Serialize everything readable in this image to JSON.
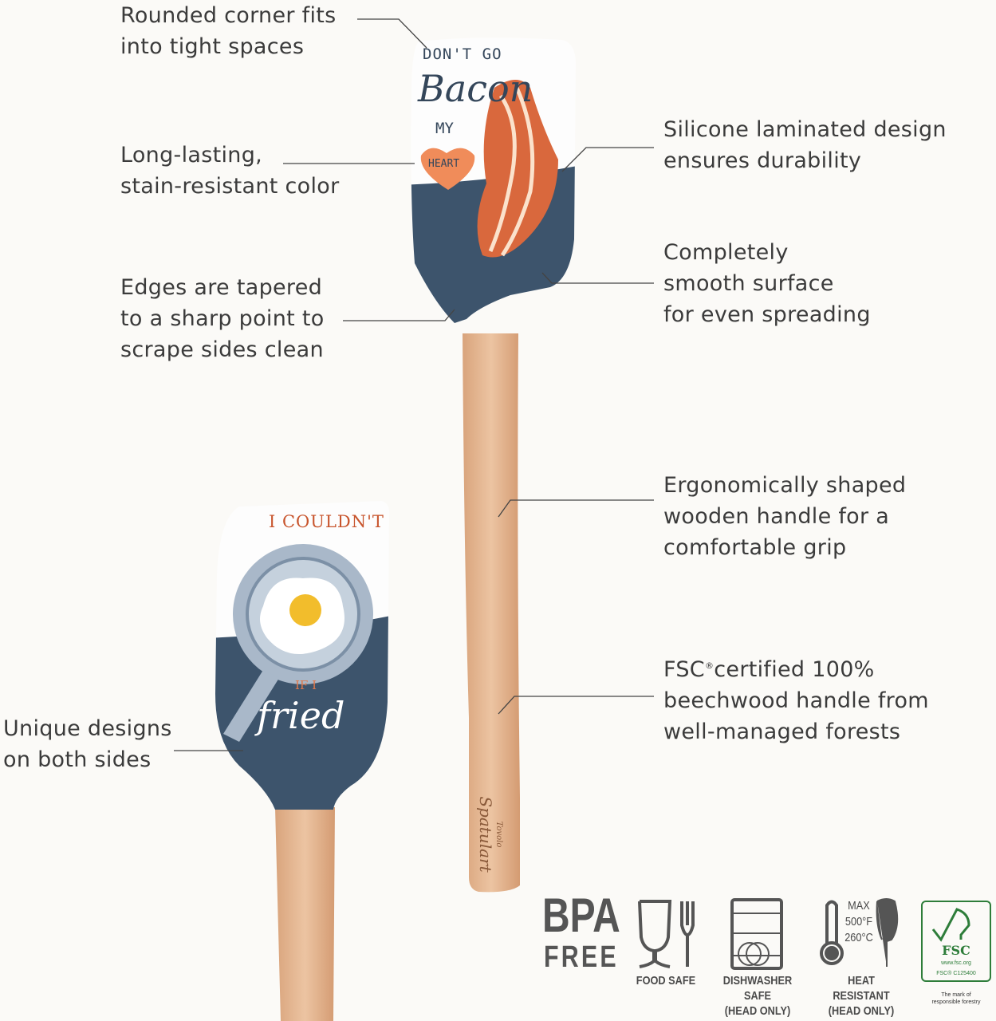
{
  "callouts": {
    "rounded_corner": "Rounded corner fits\ninto tight spaces",
    "long_lasting": "Long-lasting,\nstain-resistant color",
    "edges": "Edges are tapered\nto a sharp point to\nscrape sides clean",
    "unique": "Unique designs\non both sides",
    "silicone": "Silicone laminated design\nensures durability",
    "smooth": "Completely\nsmooth surface\nfor even spreading",
    "ergonomic": "Ergonomically shaped\nwooden handle for a\ncomfortable grip",
    "fsc_prefix": "FSC",
    "fsc_reg": "®",
    "fsc_rest": "certified 100%\nbeechwood handle from\nwell-managed forests"
  },
  "spatula_front": {
    "line1": "DON'T GO",
    "line2": "Bacon",
    "line3": "MY",
    "line4": "HEART"
  },
  "spatula_back": {
    "line1": "I COULDN'T",
    "line2": "IF I",
    "line3": "fried"
  },
  "handle_logo": {
    "brand": "Tovolo",
    "product": "Spatulart"
  },
  "badges": {
    "bpa_line1": "BPA",
    "bpa_line2": "FREE",
    "food_safe": "FOOD SAFE",
    "dishwasher_line1": "DISHWASHER SAFE",
    "dishwasher_line2": "(HEAD ONLY)",
    "heat_line1": "HEAT RESISTANT",
    "heat_line2": "(HEAD ONLY)",
    "heat_max": "MAX",
    "heat_f": "500°F",
    "heat_c": "260°C",
    "fsc_logo": "FSC",
    "fsc_url": "www.fsc.org",
    "fsc_code": "FSC® C125400",
    "fsc_tagline": "The mark of\nresponsible forestry"
  },
  "colors": {
    "navy": "#3d546c",
    "wood": "#e5b894",
    "bacon": "#d9683d",
    "text": "#3b3b3b",
    "fsc_green": "#2e7d3a"
  }
}
